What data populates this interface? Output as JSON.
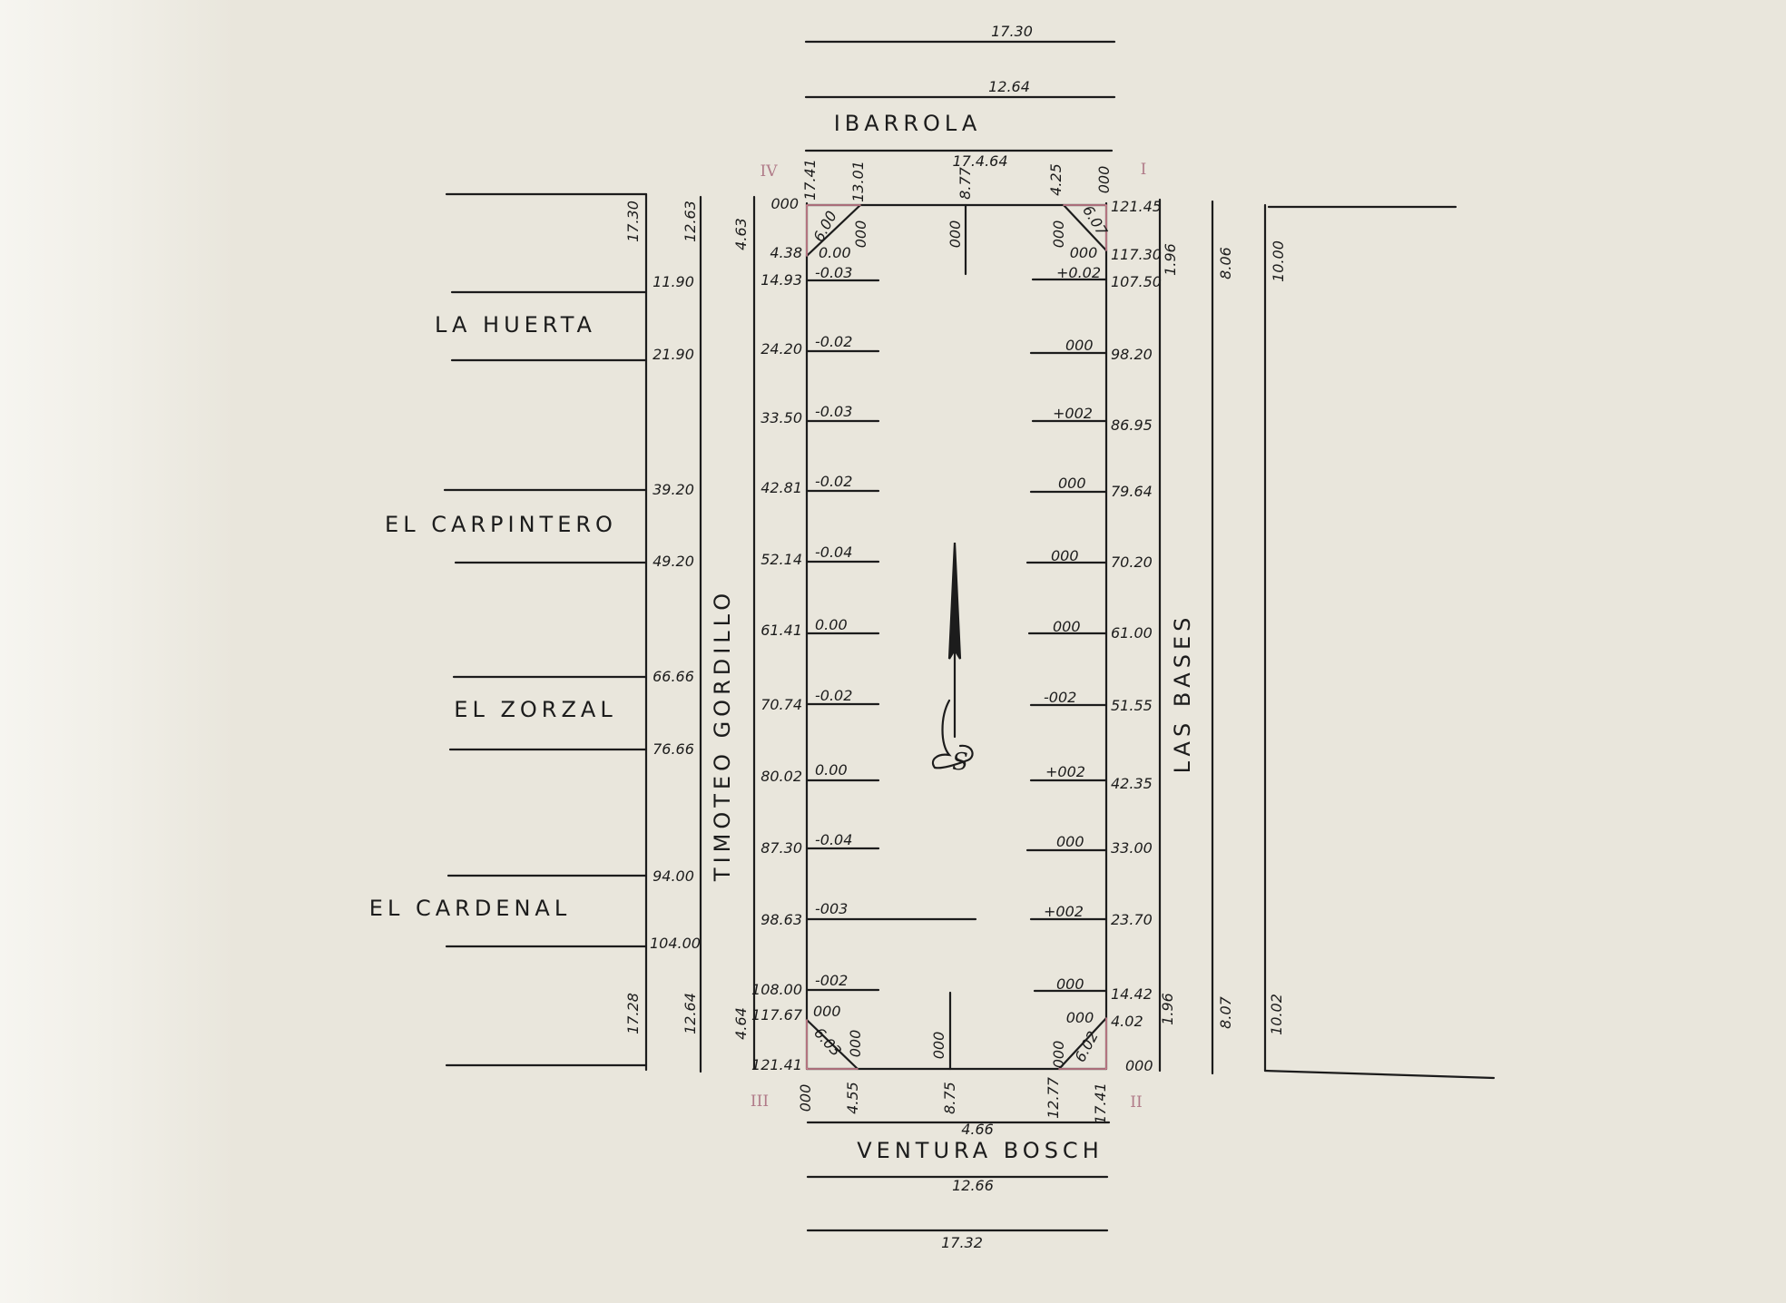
{
  "streets": {
    "north": "IBARROLA",
    "south": "VENTURA BOSCH",
    "west": "TIMOTEO GORDILLO",
    "east": "LAS BASES"
  },
  "west_block": {
    "names": [
      "LA HUERTA",
      "EL CARPINTERO",
      "EL ZORZAL",
      "EL CARDENAL"
    ],
    "measures": [
      "11.90",
      "21.90",
      "39.20",
      "49.20",
      "66.66",
      "76.66",
      "94.00",
      "104.00"
    ],
    "lot_depth_top": "17.30",
    "lot_depth_bottom": "17.28",
    "street_width_top": "12.63",
    "street_width_bottom": "12.64"
  },
  "east_block": {
    "street_width_top": "8.06",
    "street_width_bottom": "8.07",
    "depth_top": "10.00",
    "depth_bottom": "10.02"
  },
  "north_widths": [
    "17.30",
    "12.64",
    "17.4.64"
  ],
  "south_widths": [
    "4.66",
    "12.66",
    "17.32"
  ],
  "corners": [
    "I",
    "II",
    "III",
    "IV"
  ],
  "west_side": {
    "chainage": [
      "14.93",
      "24.20",
      "33.50",
      "42.81",
      "52.14",
      "61.41",
      "70.74",
      "80.02",
      "87.30",
      "98.63",
      "108.00",
      "117.67",
      "121.41"
    ],
    "levels": [
      "-0.03",
      "-0.02",
      "-0.03",
      "-0.02",
      "-0.04",
      "0.00",
      "-0.02",
      "0.00",
      "-0.04",
      "-003",
      "-002"
    ]
  },
  "east_side": {
    "chainage": [
      "121.45",
      "117.30",
      "107.50",
      "98.20",
      "86.95",
      "79.64",
      "70.20",
      "61.00",
      "51.55",
      "42.35",
      "33.00",
      "23.70",
      "14.42",
      "4.02"
    ],
    "levels": [
      "+0.02",
      "000",
      "+002",
      "000",
      "000",
      "000",
      "-002",
      "+002",
      "000",
      "+002",
      "000"
    ]
  },
  "north_side": {
    "left_offset": "4.63",
    "left_offset_2": "4.38",
    "top_marks": [
      "17.41",
      "13.01",
      "8.77",
      "4.25",
      "000"
    ],
    "chamfers": [
      "6.00",
      "6.07"
    ],
    "east_offset": "1.96",
    "zeros": [
      "000",
      "000",
      "000",
      "000",
      "000",
      "000"
    ],
    "nw_level": "0.00",
    "north_zero_nw": "000"
  },
  "south_side": {
    "left_offset": "4.64",
    "bottom_marks": [
      "000",
      "4.55",
      "8.75",
      "12.77",
      "17.41"
    ],
    "chamfers": [
      "6.03",
      "6.02"
    ],
    "east_offset": "1.96",
    "zeros": [
      "000",
      "000",
      "000",
      "000",
      "000",
      "000"
    ],
    "sw_level": "000"
  },
  "north_arrow_letter": "S"
}
